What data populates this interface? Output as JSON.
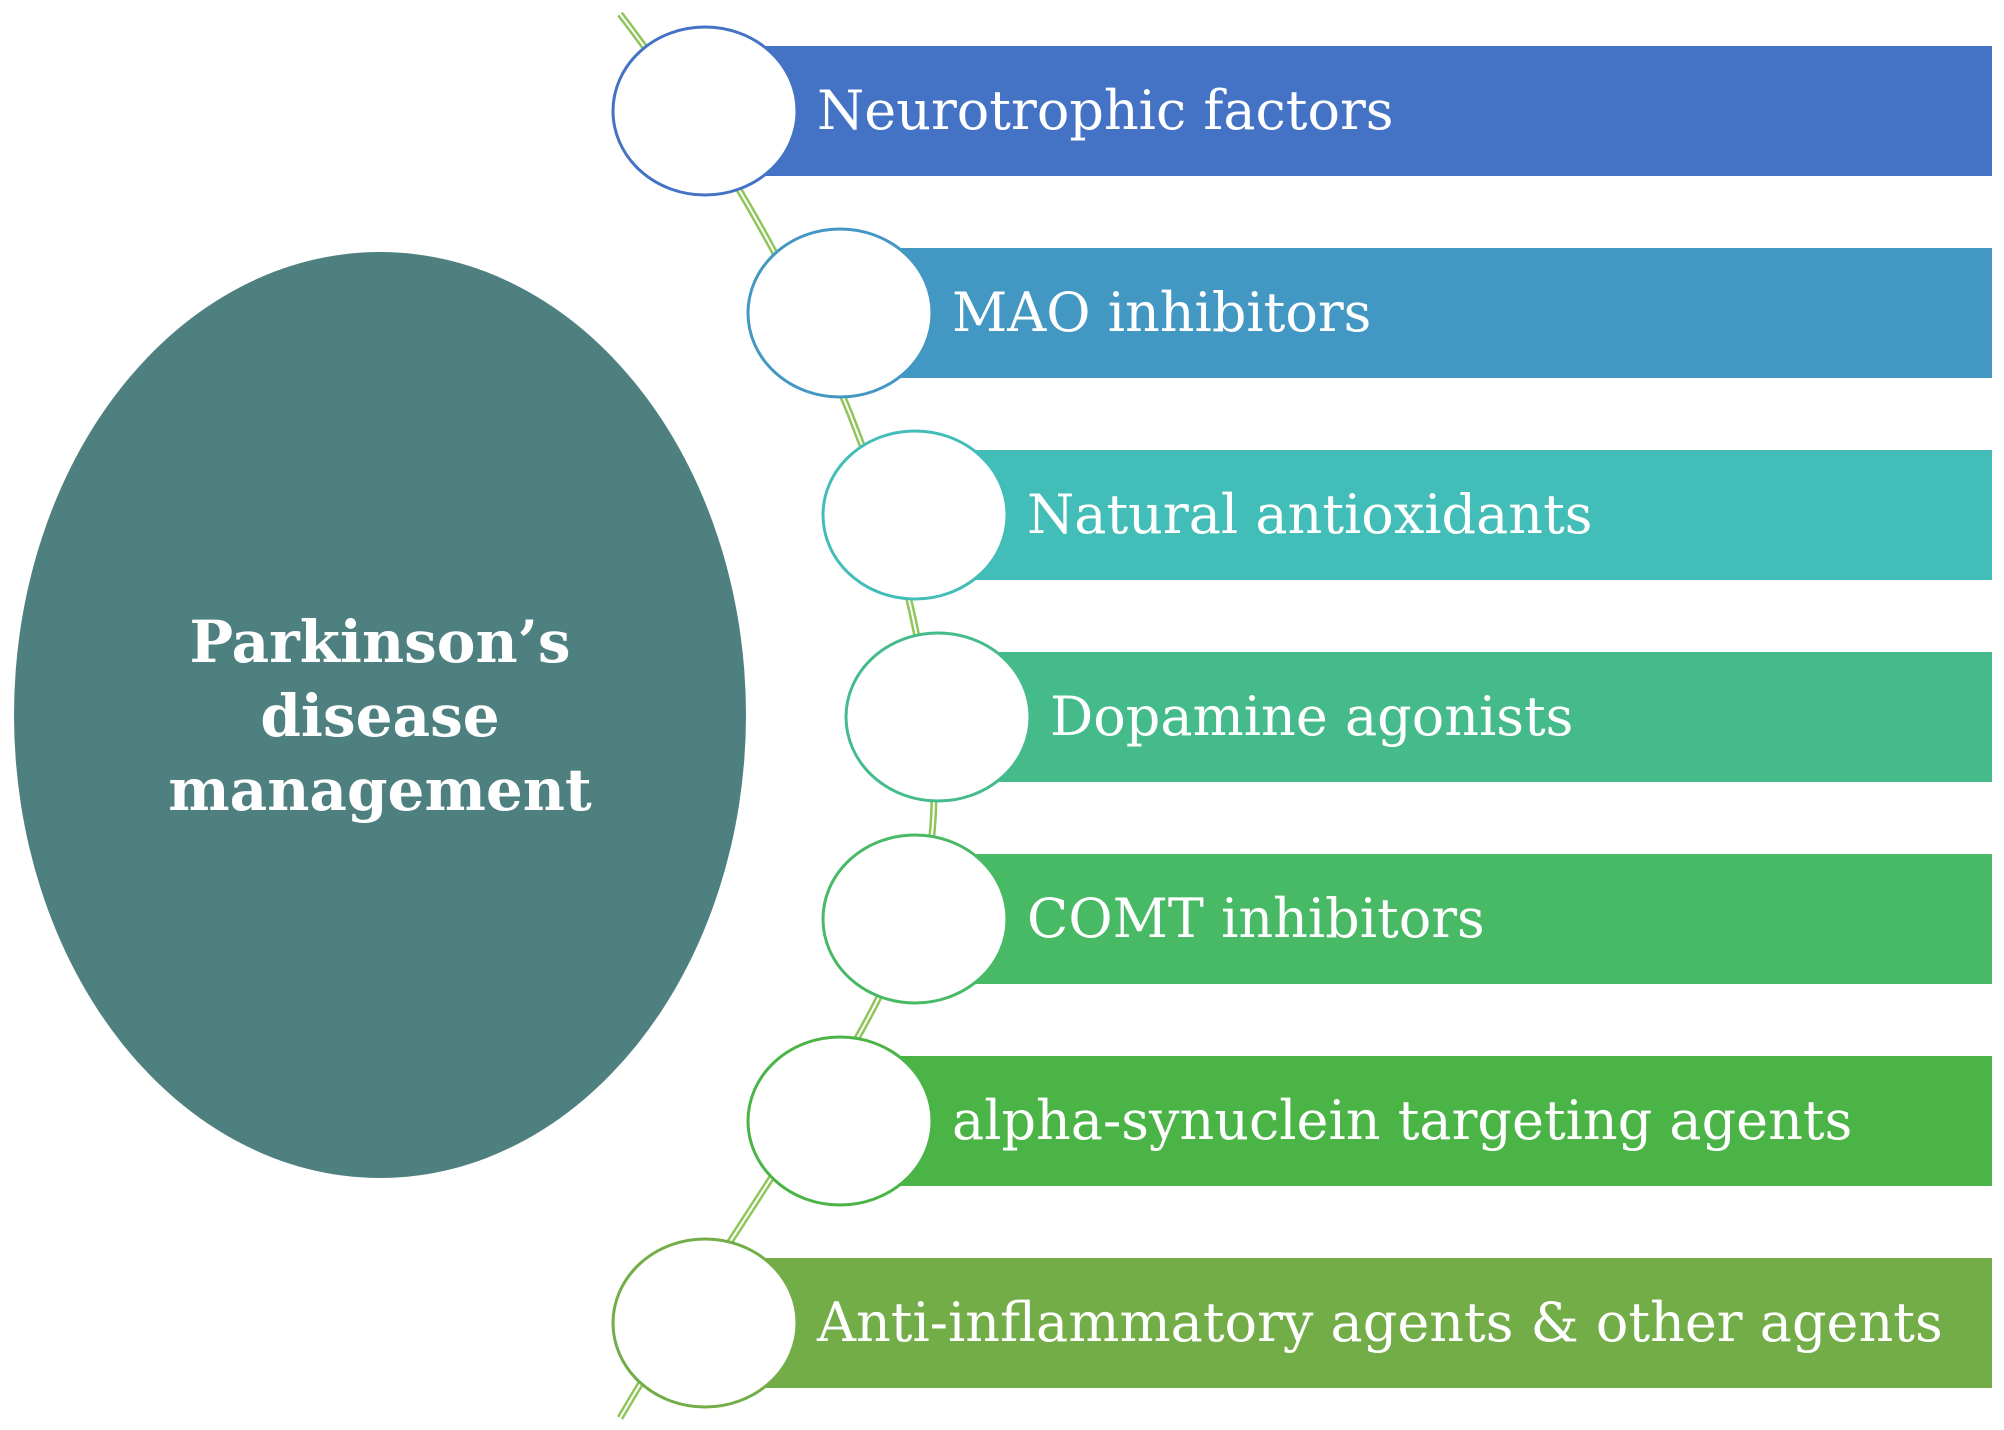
{
  "central": {
    "lines": [
      "Parkinson’s",
      "disease",
      "management"
    ],
    "color": "#4f8080"
  },
  "connector_color": "#8fc55a",
  "items": [
    {
      "label": "Neurotrophic factors",
      "color": "#4472c4"
    },
    {
      "label": "MAO inhibitors",
      "color": "#4398c3"
    },
    {
      "label": "Natural antioxidants",
      "color": "#42bdb8"
    },
    {
      "label": "Dopamine agonists",
      "color": "#45bb8c"
    },
    {
      "label": "COMT inhibitors",
      "color": "#48b964"
    },
    {
      "label": "alpha-synuclein targeting agents",
      "color": "#4bb447"
    },
    {
      "label": "Anti-inflammatory agents & other agents",
      "color": "#72ad47"
    }
  ]
}
